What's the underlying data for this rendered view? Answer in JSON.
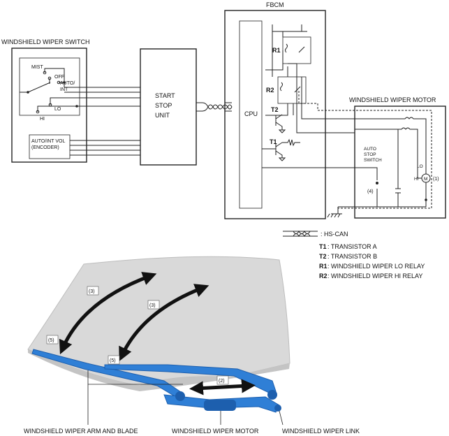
{
  "labels": {
    "fbcm": "FBCM",
    "switch_title": "WINDSHIELD WIPER SWITCH",
    "mist": "MIST",
    "off": "OFF",
    "auto_int_1": "AUTO/",
    "auto_int_2": "INT",
    "lo": "LO",
    "hi": "HI",
    "encoder_1": "AUTO/INT VOL",
    "encoder_2": "(ENCODER)",
    "ssu_1": "START",
    "ssu_2": "STOP",
    "ssu_3": "UNIT",
    "cpu": "CPU",
    "r1": "R1",
    "r2": "R2",
    "t1": "T1",
    "t2": "T2",
    "motor_title": "WINDSHIELD WIPER MOTOR",
    "autostop_1": "AUTO",
    "autostop_2": "STOP",
    "autostop_3": "SWITCH",
    "callout_4": "(4)",
    "motor_lo": "LO",
    "motor_hi": "HI",
    "motor_m": "M",
    "callout_1": "(1)"
  },
  "legend": {
    "hs_can": ": HS-CAN",
    "t1_key": "T1",
    "t1_val": ": TRANSISTOR A",
    "t2_key": "T2",
    "t2_val": ": TRANSISTOR B",
    "r1_key": "R1",
    "r1_val": ": WINDSHIELD WIPER LO RELAY",
    "r2_key": "R2",
    "r2_val": ": WINDSHIELD WIPER HI RELAY"
  },
  "illustration": {
    "callout_3a": "(3)",
    "callout_3b": "(3)",
    "callout_5a": "(5)",
    "callout_5b": "(5)",
    "callout_2": "(2)",
    "arm_blade": "WINDSHIELD WIPER ARM AND BLADE",
    "motor": "WINDSHIELD WIPER MOTOR",
    "link": "WINDSHIELD WIPER LINK"
  },
  "colors": {
    "glass": "#d9d9d9",
    "wiper_blue": "#2f7fd6",
    "wiper_dark": "#1d5fae",
    "arrow": "#111111"
  }
}
